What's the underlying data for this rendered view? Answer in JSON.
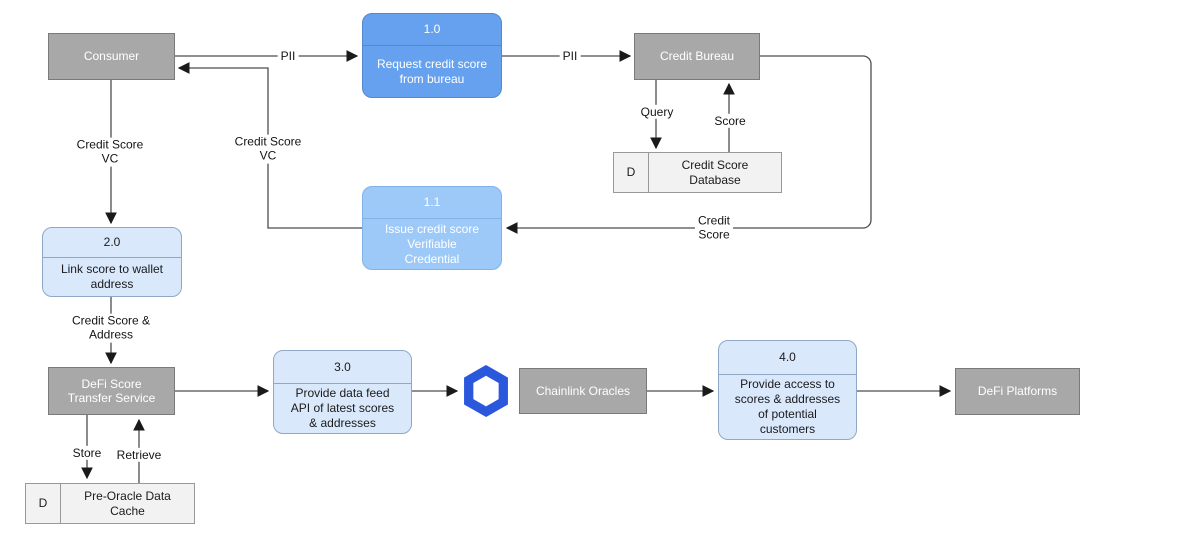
{
  "colors": {
    "entity_fill": "#a8a8a8",
    "entity_border": "#7a7a7a",
    "p1_fill": "#66a1f0",
    "p1_border": "#5588cc",
    "p11_fill": "#9dc9f9",
    "p11_border": "#82b3e6",
    "plight_fill": "#dae8fc",
    "plight_border": "#8fa8c6",
    "ds_fill": "#f2f2f2",
    "ds_border": "#999999",
    "edge_stroke": "#4d4d4d",
    "arrow_fill": "#1a1a1a",
    "chainlink_blue": "#2a57dc"
  },
  "nodes": {
    "consumer": {
      "label": "Consumer"
    },
    "process_1_0": {
      "number": "1.0",
      "description": "Request credit score\nfrom bureau"
    },
    "credit_bureau": {
      "label": "Credit Bureau"
    },
    "credit_score_database": {
      "key": "D",
      "label": "Credit Score\nDatabase"
    },
    "process_1_1": {
      "number": "1.1",
      "description": "Issue credit score\nVerifiable\nCredential"
    },
    "process_2_0": {
      "number": "2.0",
      "description": "Link score to wallet\naddress"
    },
    "defi_score_transfer_service": {
      "label": "DeFi Score\nTransfer Service"
    },
    "process_3_0": {
      "number": "3.0",
      "description": "Provide data feed\nAPI of latest scores\n& addresses"
    },
    "chainlink_icon": {
      "name": "chainlink-logo"
    },
    "chainlink_oracles": {
      "label": "Chainlink Oracles"
    },
    "process_4_0": {
      "number": "4.0",
      "description": "Provide access to\nscores & addresses\nof potential\ncustomers"
    },
    "defi_platforms": {
      "label": "DeFi Platforms"
    },
    "pre_oracle_data_cache": {
      "key": "D",
      "label": "Pre-Oracle Data\nCache"
    }
  },
  "edge_labels": {
    "pii_consumer_to_request": "PII",
    "pii_request_to_bureau": "PII",
    "credit_score_vc_consumer_down": "Credit Score\nVC",
    "credit_score_vc_return": "Credit Score\nVC",
    "query": "Query",
    "score": "Score",
    "credit_score_loop": "Credit\nScore",
    "credit_score_and_address": "Credit Score &\nAddress",
    "store": "Store",
    "retrieve": "Retrieve"
  }
}
